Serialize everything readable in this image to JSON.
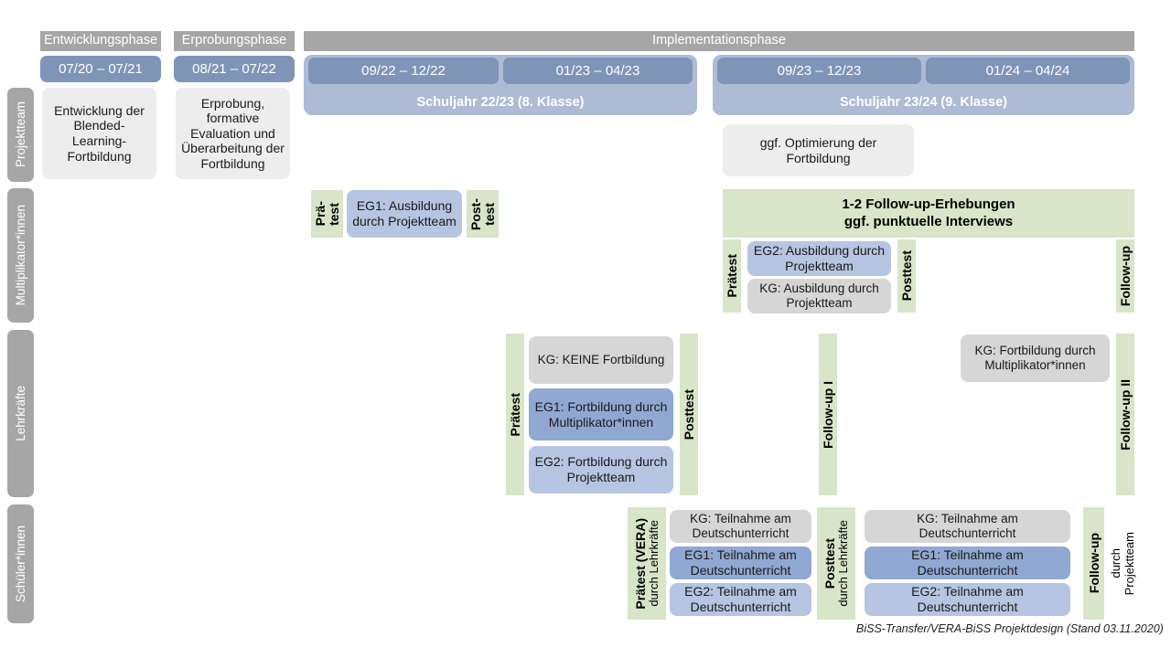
{
  "title": "BiSS-Transfer / VERA-BiSS Projektdesign",
  "colors": {
    "phase_grey": "#a6a6a6",
    "date_blue": "#7f95b7",
    "schuljahr_blue": "#adbbd4",
    "green": "#d8e5c8",
    "grey_light": "#ededed",
    "grey_mid": "#d6d6d6",
    "blue_light": "#b6c5e1",
    "blue_dark": "#90a8d2"
  },
  "phases": [
    {
      "label": "Entwicklungsphase"
    },
    {
      "label": "Erprobungsphase"
    },
    {
      "label": "Implementationsphase"
    }
  ],
  "periods": [
    {
      "label": "07/20 – 07/21"
    },
    {
      "label": "08/21 – 07/22"
    },
    {
      "label": "09/22 – 12/22"
    },
    {
      "label": "01/23 – 04/23"
    },
    {
      "label": "09/23 – 12/23"
    },
    {
      "label": "01/24 – 04/24"
    }
  ],
  "school_years": [
    {
      "label": "Schuljahr 22/23 (8. Klasse)"
    },
    {
      "label": "Schuljahr 23/24 (9. Klasse)"
    }
  ],
  "roles": [
    {
      "label": "Projektteam"
    },
    {
      "label": "Multiplikator*innen"
    },
    {
      "label": "Lehrkräfte"
    },
    {
      "label": "Schüler*innen"
    }
  ],
  "projektteam": {
    "entwicklung": "Entwicklung der Blended-Learning-Fortbildung",
    "erprobung": "Erprobung, formative Evaluation und Überarbeitung der Fortbildung",
    "optimierung": "ggf. Optimierung der Fortbildung"
  },
  "multiplikatoren": {
    "praetest_l1": "Prä-",
    "praetest_l2": "test",
    "posttest_l1": "Post-",
    "posttest_l2": "test",
    "eg1": "EG1: Ausbildung durch Projektteam",
    "followup_band_l1": "1-2 Follow-up-Erhebungen",
    "followup_band_l2": "ggf. punktuelle Interviews",
    "praetest2": "Prätest",
    "posttest2": "Posttest",
    "followup": "Follow-up",
    "eg2": "EG2: Ausbildung durch Projektteam",
    "kg": "KG: Ausbildung durch Projektteam"
  },
  "lehrkraefte": {
    "praetest": "Prätest",
    "posttest": "Posttest",
    "followup1": "Follow-up I",
    "followup2": "Follow-up II",
    "kg_keine": "KG:  KEINE Fortbildung",
    "eg1": "EG1: Fortbildung durch Multiplikator*innen",
    "eg2": "EG2: Fortbildung durch Projektteam",
    "kg_fort": "KG: Fortbildung durch Multiplikator*innen"
  },
  "schueler": {
    "praetest_main": "Prätest (VERA)",
    "praetest_sub": "durch Lehrkräfte",
    "posttest_main": "Posttest",
    "posttest_sub": "durch Lehrkräfte",
    "followup_main": "Follow-up",
    "followup_sub1": "durch",
    "followup_sub2": "Projektteam",
    "kg": "KG: Teilnahme am Deutschunterricht",
    "eg1": "EG1: Teilnahme am Deutschunterricht",
    "eg2": "EG2: Teilnahme am Deutschunterricht"
  },
  "footer": "BiSS-Transfer/VERA-BiSS Projektdesign (Stand 03.11.2020)"
}
